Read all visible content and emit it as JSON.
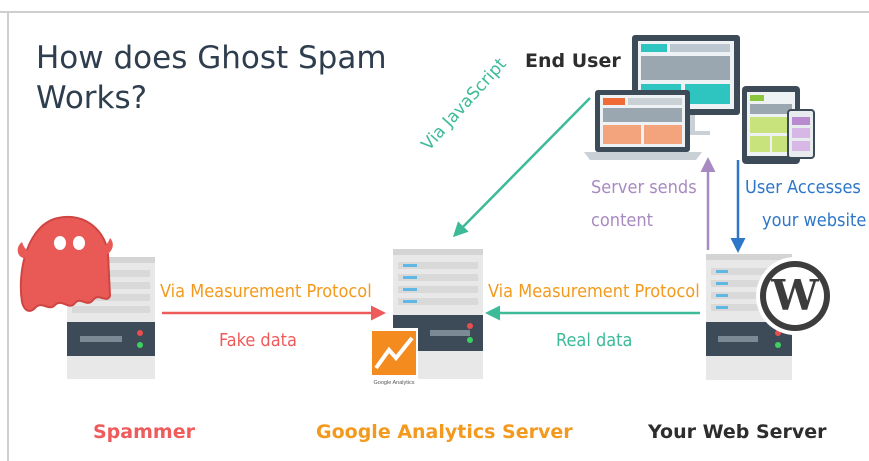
{
  "title_line1": "How does Ghost Spam",
  "title_line2": "Works?",
  "nodes": {
    "end_user": "End User",
    "spammer": "Spammer",
    "ga_server": "Google Analytics Server",
    "web_server": "Your Web Server"
  },
  "edges": {
    "via_javascript": "Via JavaScript",
    "server_sends_1": "Server sends",
    "server_sends_2": "content",
    "user_access_1": "User Accesses",
    "user_access_2": "your website",
    "spammer_protocol": "Via Measurement Protocol",
    "spammer_data": "Fake data",
    "server_protocol": "Via Measurement Protocol",
    "server_data": "Real data"
  },
  "ga_logo_caption": "Google Analytics",
  "colors": {
    "title": "#2f3e4e",
    "red": "#ef5b5b",
    "orange": "#f39a1e",
    "teal": "#3dbb99",
    "purple": "#a88ac2",
    "blue": "#2e77c8",
    "server_body": "#e8e8e8",
    "server_dark": "#3d4b58"
  }
}
